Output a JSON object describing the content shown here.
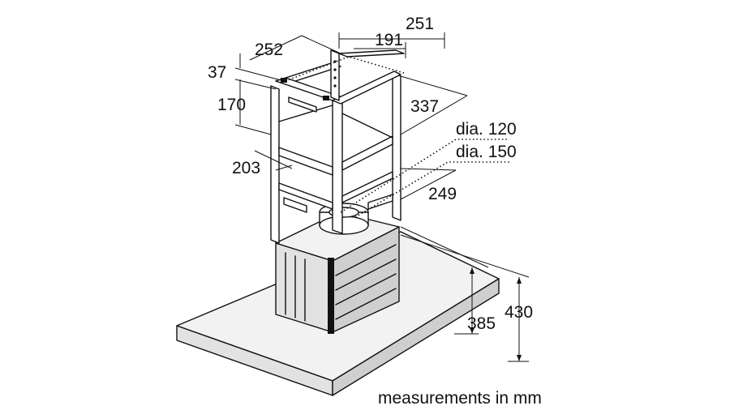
{
  "diagram": {
    "dimensions": {
      "top_width_outer": "251",
      "top_width_inner": "191",
      "top_depth": "252",
      "top_offset": "37",
      "bracket_height": "170",
      "upper_depth": "337",
      "duct_dia_small": "dia. 120",
      "duct_dia_large": "dia. 150",
      "lower_offset_left": "203",
      "lower_offset_right": "249",
      "canopy_height_inner": "385",
      "canopy_height_outer": "430"
    },
    "caption": "measurements in mm",
    "colors": {
      "line": "#111111",
      "face_light": "#f2f2f2",
      "face_mid": "#e2e2e2",
      "face_dark": "#cfcfcf"
    }
  }
}
